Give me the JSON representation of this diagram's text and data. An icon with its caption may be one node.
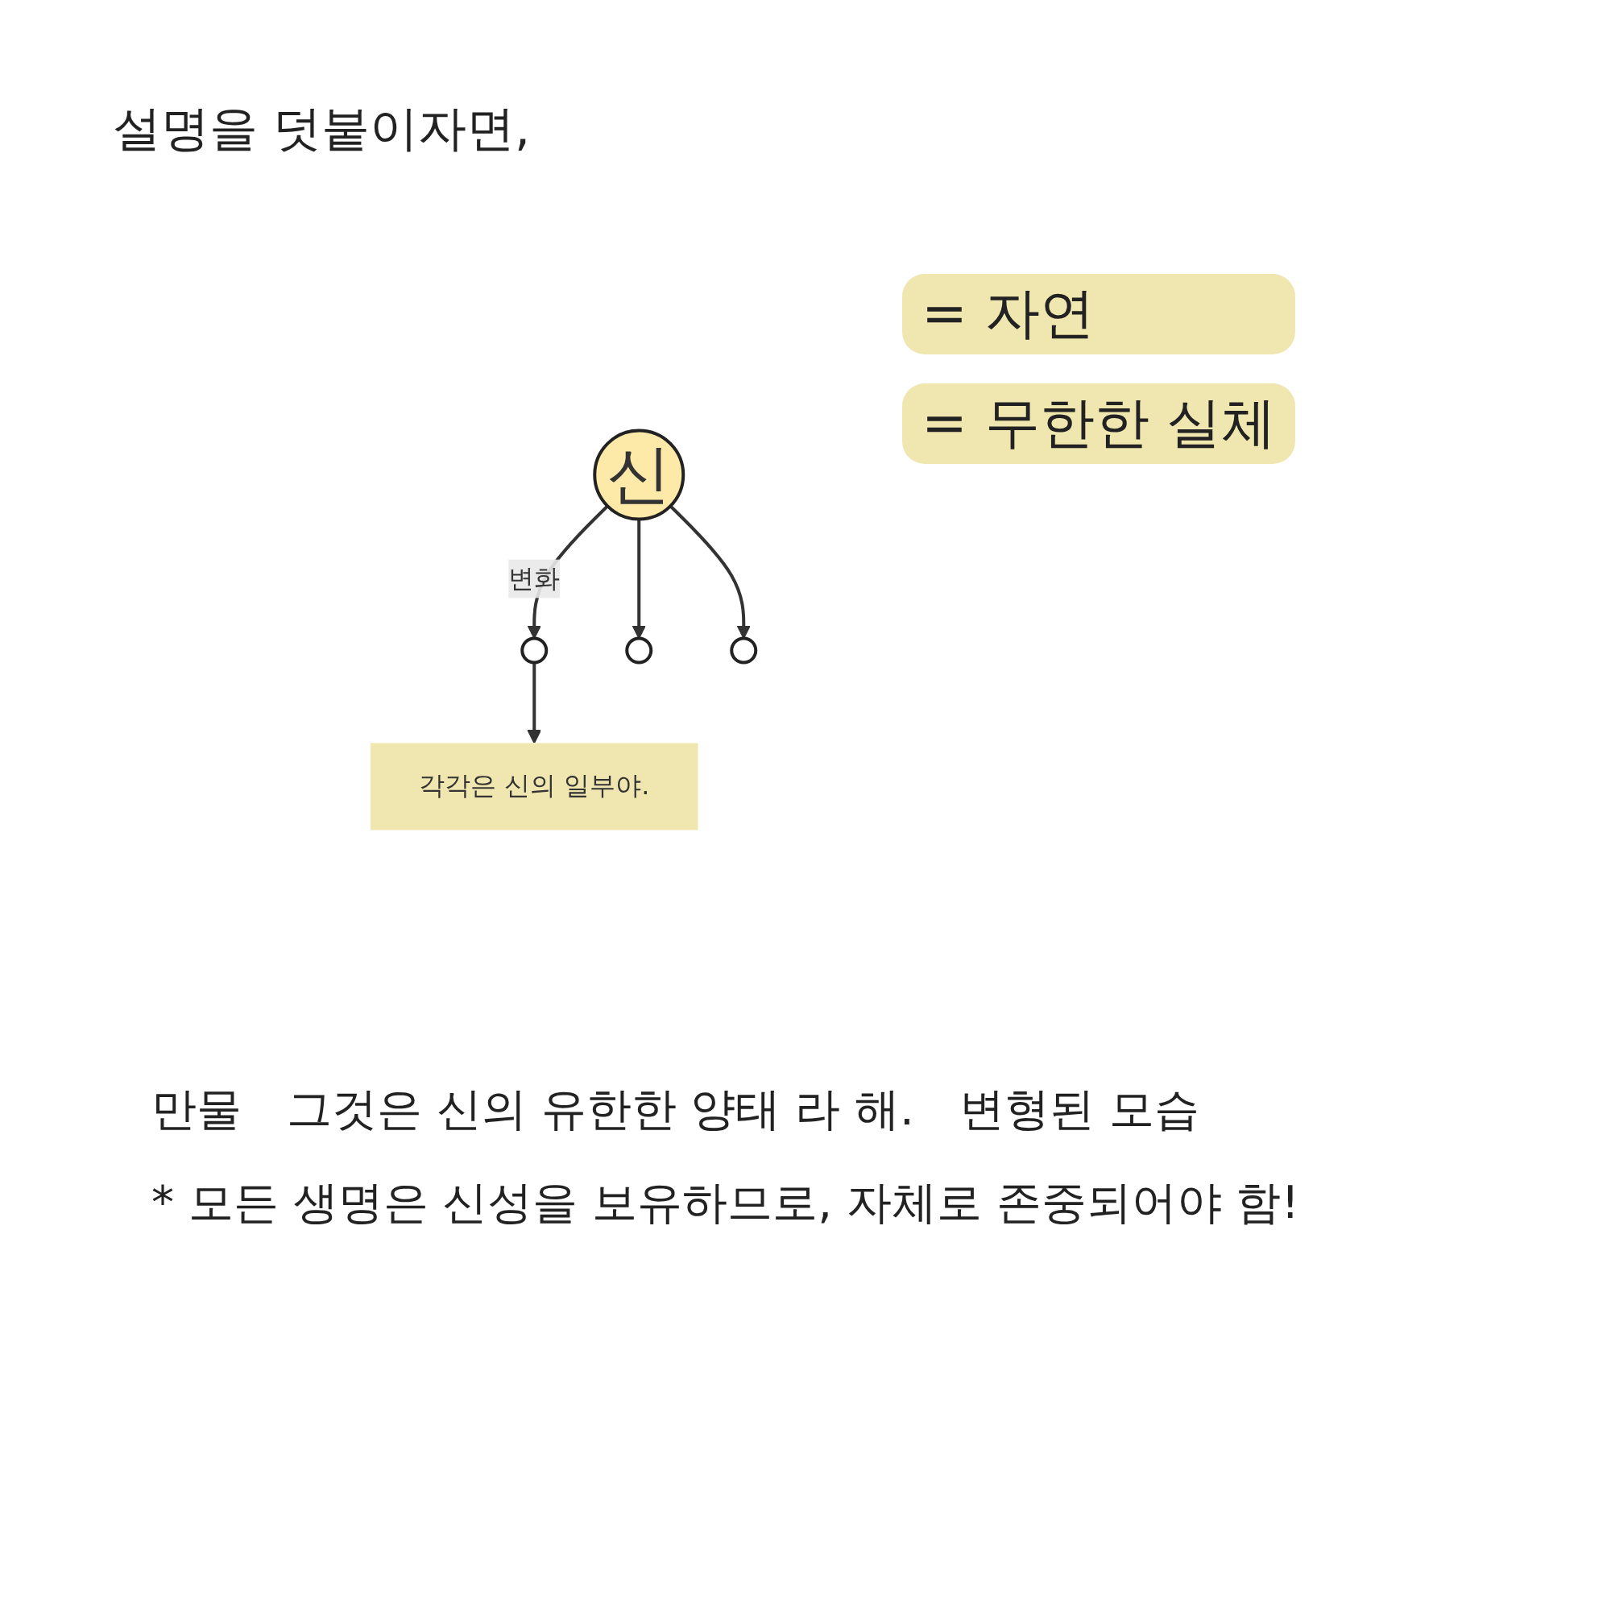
{
  "diagram": {
    "title": "설명을 덧붙이자면,",
    "nodes": [
      {
        "text": [
          "신"
        ],
        "beside": [
          "= 자연",
          "= 무한한 실체"
        ]
      },
      {
        "text": [],
        "shape": "circle"
      },
      {
        "text": [],
        "shape": "circle"
      },
      {
        "text": [],
        "shape": "circle"
      },
      {
        "text": [
          "각각은 신의 일부야."
        ]
      }
    ],
    "edges": [
      {
        "from": 0,
        "to": 1,
        "arrow": "to",
        "label": "변화"
      },
      {
        "from": 0,
        "to": 2,
        "arrow": "to"
      },
      {
        "from": 0,
        "to": 3,
        "arrow": "to"
      },
      {
        "from": 1,
        "to": 4,
        "arrow": "to"
      }
    ],
    "labels": [
      "만물",
      "그것은 신의 유한한 양태 라 해.",
      "변형된 모습",
      "* 모든 생명은 신성을 보유하므로, 자체로 존중되어야 함!"
    ]
  }
}
